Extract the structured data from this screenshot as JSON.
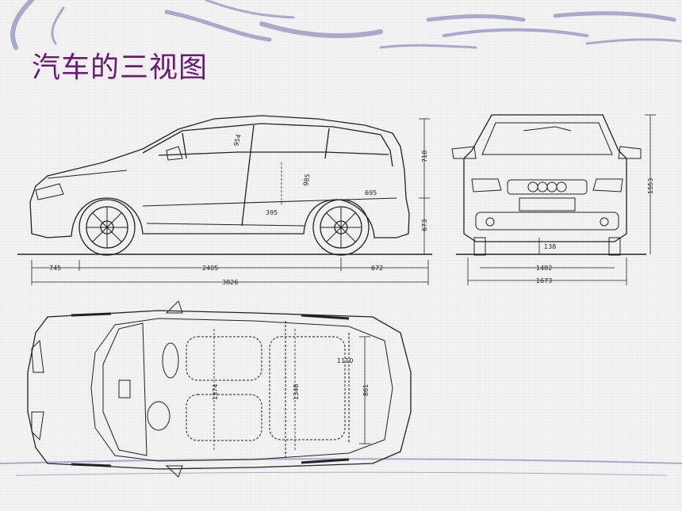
{
  "slide": {
    "title": "汽车的三视图"
  },
  "side_view": {
    "dimensions": {
      "front_overhang": "745",
      "wheelbase": "2405",
      "rear_overhang": "672",
      "overall_length": "3826",
      "upper_height": "710",
      "lower_height": "673",
      "door_diag": "954",
      "rear_door": "985",
      "window_line": "695",
      "sill": "395"
    }
  },
  "front_view": {
    "dimensions": {
      "overall_height": "1553",
      "ground_clearance": "138",
      "track": "1482",
      "overall_width": "1673"
    }
  },
  "top_view": {
    "dimensions": {
      "interior_width": "1110",
      "rear_seat_width": "1374",
      "rear_seat_width_2": "1348",
      "cargo": "861"
    }
  },
  "colors": {
    "title": "#6b1a74",
    "swoosh": "#a9a9cc",
    "line": "#222222"
  }
}
